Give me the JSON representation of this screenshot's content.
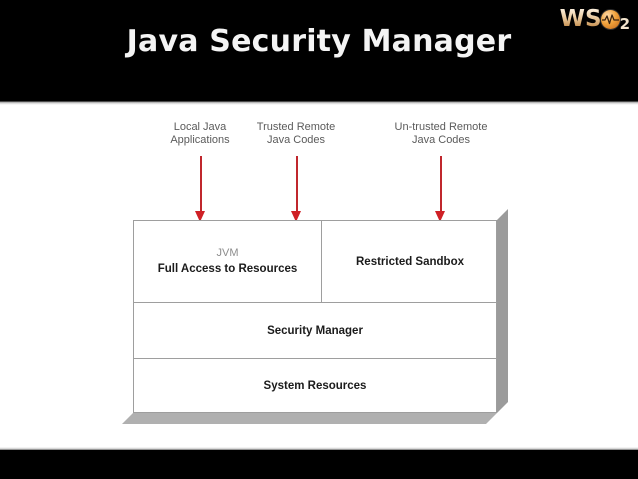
{
  "slide": {
    "title": "Java Security Manager",
    "background_color": "#000000",
    "title_color": "#f4f4f4",
    "body_background": "#ffffff"
  },
  "logo": {
    "name": "wso2-logo",
    "text_ws": "WS",
    "text_subscript": "2",
    "mark_icon": "pulse-circle-icon",
    "accent_color": "#f0a23c"
  },
  "diagram": {
    "type": "layered-block-diagram",
    "accent_arrow_color": "#cf2026",
    "box_border_color": "#9e9e9e",
    "shadow_color": "#9b9b9b",
    "sources": [
      {
        "label": "Local Java\nApplications",
        "arrow": "down-arrow-icon",
        "target": "jvm-full-access"
      },
      {
        "label": "Trusted Remote\nJava Codes",
        "arrow": "down-arrow-icon",
        "target": "jvm-full-access"
      },
      {
        "label": "Un-trusted Remote\nJava Codes",
        "arrow": "down-arrow-icon",
        "target": "restricted-sandbox"
      }
    ],
    "layers": [
      {
        "name": "execution-layer",
        "cells": [
          {
            "name": "jvm-full-access",
            "title": "JVM",
            "subtitle": "Full Access to Resources"
          },
          {
            "name": "restricted-sandbox",
            "title": "",
            "subtitle": "Restricted Sandbox"
          }
        ]
      },
      {
        "name": "security-manager-layer",
        "cells": [
          {
            "name": "security-manager",
            "title": "",
            "subtitle": "Security Manager"
          }
        ]
      },
      {
        "name": "system-resources-layer",
        "cells": [
          {
            "name": "system-resources",
            "title": "",
            "subtitle": "System Resources"
          }
        ]
      }
    ]
  }
}
